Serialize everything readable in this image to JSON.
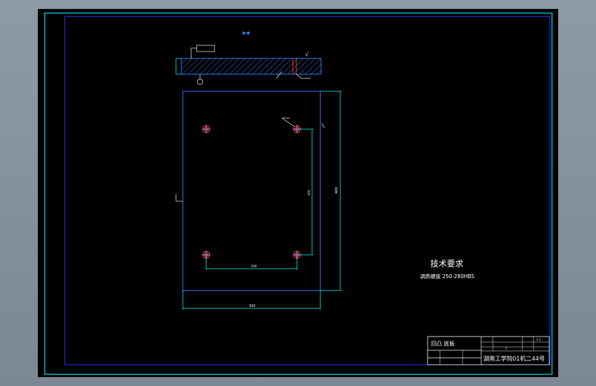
{
  "colors": {
    "background": "#000000",
    "outer_frame": "#00e5ff",
    "inner_frame": "#2a33ff",
    "part_line": "#3a7cff",
    "dim_line": "#00ffff",
    "hatch": "#3a7cff",
    "text": "#ffffff",
    "hole_outline": "#ff3a3a"
  },
  "technical_requirements": {
    "title": "技术要求",
    "line1": "调质硬度 250-280HBS"
  },
  "title_block": {
    "part_name": "回凸 底板",
    "school": "湖南工学院01机二44号",
    "cell_scale": "1:1",
    "cell_sheet": "1"
  },
  "dimensions": {
    "width_label": "300",
    "height_label": "400",
    "hole_spacing_x": "200",
    "hole_spacing_y": "300"
  }
}
